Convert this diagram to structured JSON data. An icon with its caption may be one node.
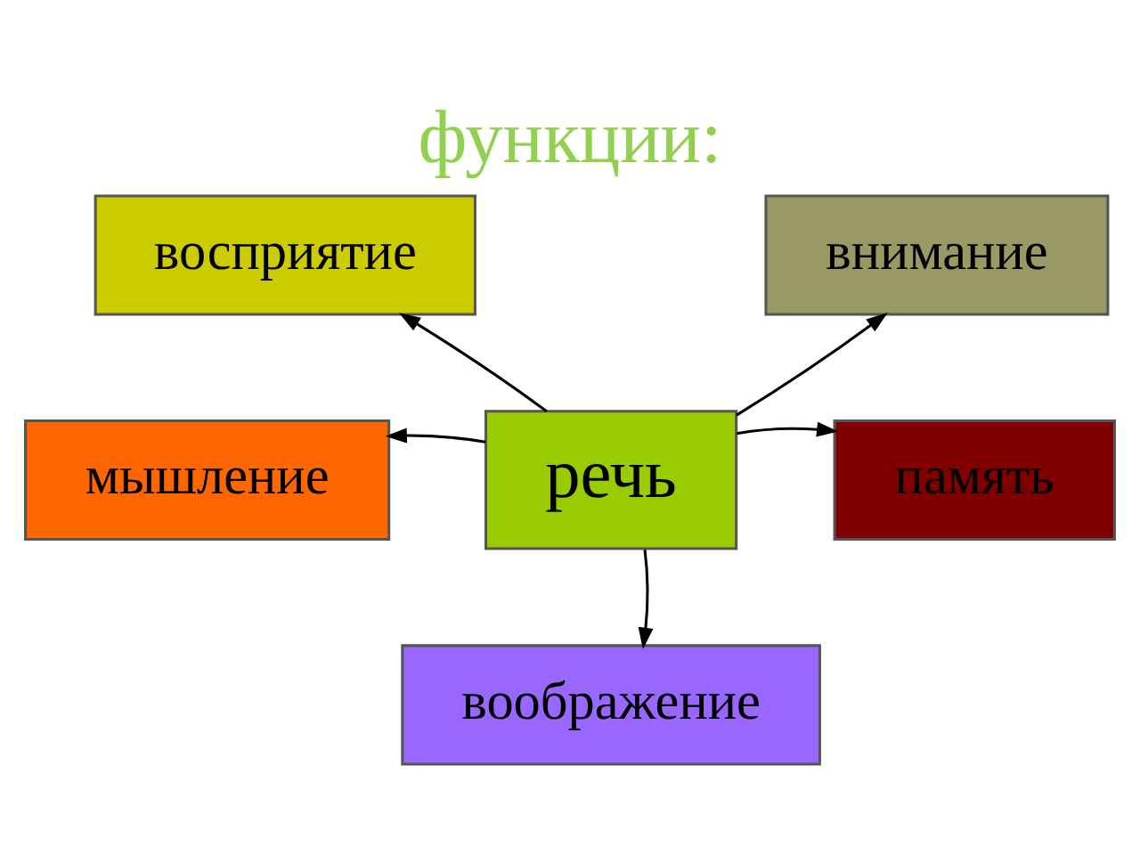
{
  "diagram": {
    "title": "функции:",
    "nodes": [
      {
        "text": [
          "восприятие"
        ]
      },
      {
        "text": [
          "внимание"
        ]
      },
      {
        "text": [
          "речь"
        ]
      },
      {
        "text": [
          "мышление"
        ]
      },
      {
        "text": [
          "память"
        ]
      },
      {
        "text": [
          "воображение"
        ]
      }
    ],
    "edges": [
      {
        "from": 2,
        "to": 0,
        "arrow": "to"
      },
      {
        "from": 2,
        "to": 1,
        "arrow": "to"
      },
      {
        "from": 2,
        "to": 3,
        "arrow": "to"
      },
      {
        "from": 2,
        "to": 4,
        "arrow": "to"
      },
      {
        "from": 2,
        "to": 5,
        "arrow": "to"
      }
    ]
  }
}
